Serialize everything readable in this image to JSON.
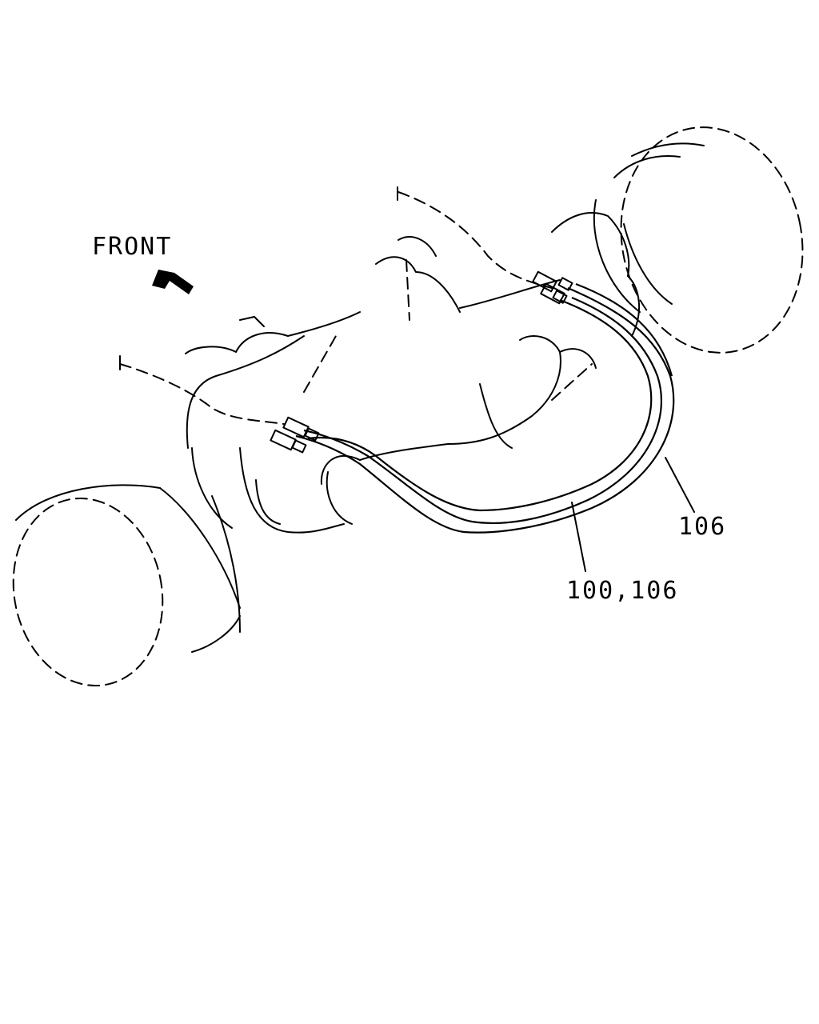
{
  "labels": {
    "front": "FRONT",
    "callout_106": "106",
    "callout_100_106": "100,106"
  },
  "colors": {
    "line": "#000000",
    "background": "#ffffff"
  },
  "icons": {
    "direction_arrow": "arrow-up-left-icon"
  }
}
